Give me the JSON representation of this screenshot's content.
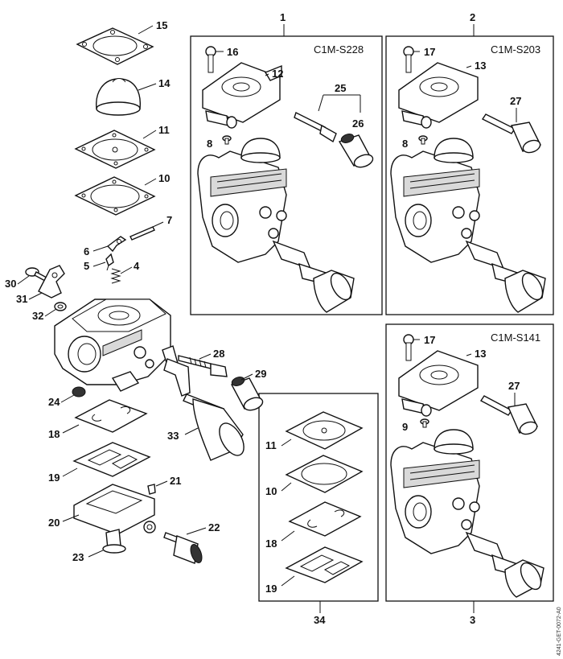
{
  "boxes": {
    "box1": {
      "number": "1",
      "model": "C1M-S228"
    },
    "box2": {
      "number": "2",
      "model": "C1M-S203"
    },
    "box3": {
      "number": "3",
      "model": "C1M-S141"
    },
    "box34": {
      "number": "34"
    }
  },
  "callouts": {
    "c15": "15",
    "c14": "14",
    "c11": "11",
    "c10": "10",
    "c7": "7",
    "c6": "6",
    "c5": "5",
    "c4": "4",
    "c30": "30",
    "c31": "31",
    "c32": "32",
    "c28": "28",
    "c29": "29",
    "c24": "24",
    "c18": "18",
    "c33": "33",
    "c19": "19",
    "c21": "21",
    "c20": "20",
    "c22": "22",
    "c23": "23",
    "b1_16": "16",
    "b1_12": "12",
    "b1_25": "25",
    "b1_26": "26",
    "b1_8": "8",
    "b2_17": "17",
    "b2_13": "13",
    "b2_27": "27",
    "b2_8": "8",
    "b3_17": "17",
    "b3_13": "13",
    "b3_27": "27",
    "b3_9": "9",
    "b34_11": "11",
    "b34_10": "10",
    "b34_18": "18",
    "b34_19": "19"
  },
  "document_number": "4241-GET-0072-A0"
}
